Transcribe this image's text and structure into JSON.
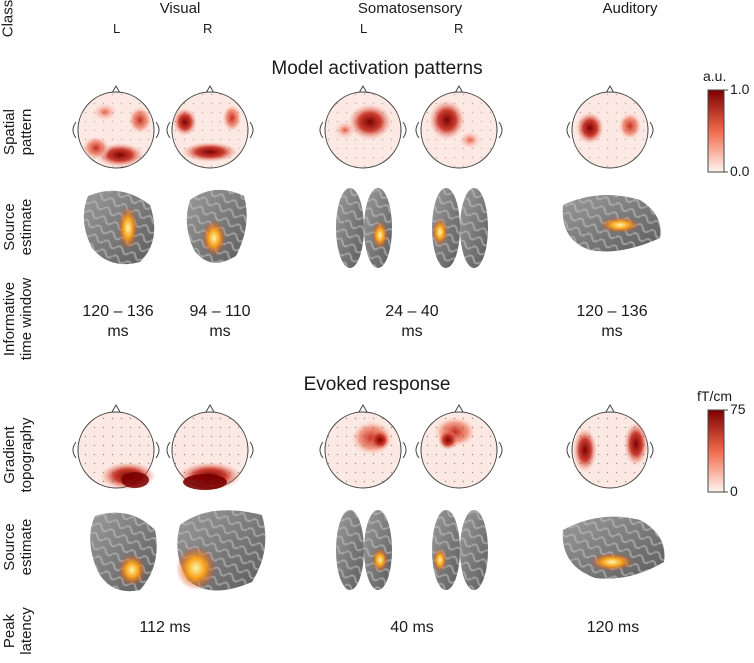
{
  "class_label": "Class",
  "columns": {
    "visual": "Visual",
    "somatosensory": "Somatosensory",
    "auditory": "Auditory",
    "left": "L",
    "right": "R"
  },
  "rows": {
    "spatial_pattern": "Spatial pattern",
    "source_estimate": "Source estimate",
    "informative_time_window": "Informative time window",
    "gradient_topography": "Gradient topography",
    "peak_latency": "Peak latency"
  },
  "sections": {
    "model": "Model activation patterns",
    "evoked": "Evoked response"
  },
  "time_windows": {
    "visual_left": [
      "120 – 136",
      "ms"
    ],
    "visual_right": [
      "94 – 110",
      "ms"
    ],
    "somatosensory": [
      "24 – 40",
      "ms"
    ],
    "auditory": [
      "120 – 136",
      "ms"
    ]
  },
  "peak_latencies": {
    "visual": "112 ms",
    "somatosensory": "40 ms",
    "auditory": "120 ms"
  },
  "colorbars": {
    "top": {
      "unit": "a.u.",
      "max": "1.0",
      "min": "0.0"
    },
    "bottom": {
      "unit": "fT/cm",
      "max": "75",
      "min": "0"
    }
  },
  "colors": {
    "high": "#7a0000",
    "mid": "#e0503a",
    "low": "#fde9e3",
    "brain": "#7a7a7a"
  }
}
